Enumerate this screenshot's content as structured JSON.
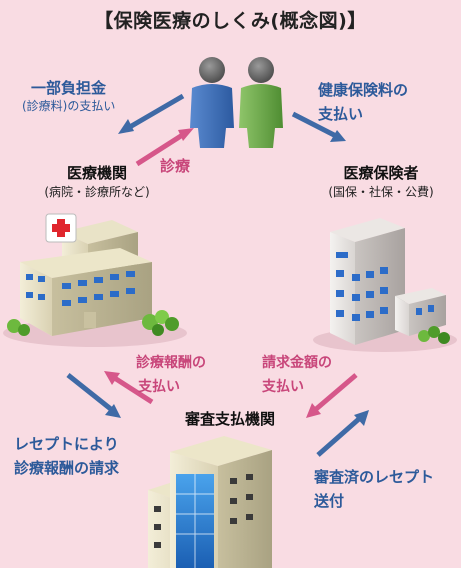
{
  "title": "【保険医療のしくみ(概念図)】",
  "labels": {
    "patient_pay_1": "一部負担金",
    "patient_pay_2": "(診療料)の支払い",
    "premium_1": "健康保険料の",
    "premium_2": "支払い",
    "treatment": "診療",
    "fee_payment_1": "診療報酬の",
    "fee_payment_2": "支払い",
    "claim_payment_1": "請求金額の",
    "claim_payment_2": "支払い",
    "receipt_claim_1": "レセプトにより",
    "receipt_claim_2": "診療報酬の請求",
    "sent_1": "審査済のレセプト",
    "sent_2": "送付"
  },
  "nodes": {
    "medical_institution": "医療機関",
    "medical_institution_sub": "(病院・診療所など)",
    "insurer": "医療保険者",
    "insurer_sub": "(国保・社保・公費)",
    "review_org": "審査支払機関"
  },
  "colors": {
    "background": "#f9dce3",
    "blue_arrow": "#3f6aa6",
    "pink_arrow": "#d6578a",
    "blue_text": "#2d5a9a",
    "pink_text": "#c8467a"
  }
}
